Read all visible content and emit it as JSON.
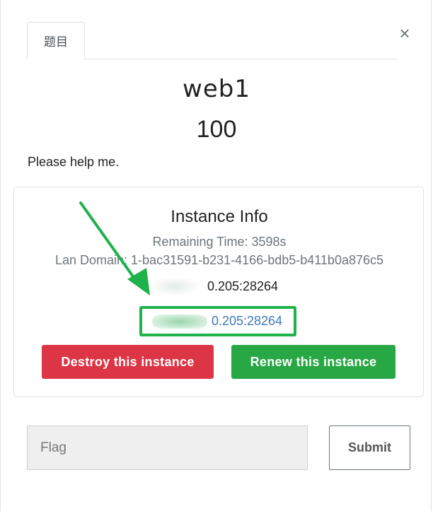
{
  "tabs": [
    {
      "label": "题目"
    }
  ],
  "close_icon": "×",
  "challenge": {
    "name": "web1",
    "value": "100",
    "description": "Please help me."
  },
  "instance": {
    "title": "Instance Info",
    "remaining_time": "Remaining Time: 3598s",
    "lan_domain": "Lan Domain: 1-bac31591-b231-4166-bdb5-b411b0a876c5",
    "host_text": "0.205:28264",
    "link_text": "0.205:28264",
    "destroy_label": "Destroy this instance",
    "renew_label": "Renew this instance"
  },
  "flag": {
    "placeholder": "Flag",
    "submit_label": "Submit"
  },
  "colors": {
    "danger": "#dc3545",
    "success": "#28a745",
    "highlight": "#1fb14a",
    "link": "#3d78b8"
  }
}
